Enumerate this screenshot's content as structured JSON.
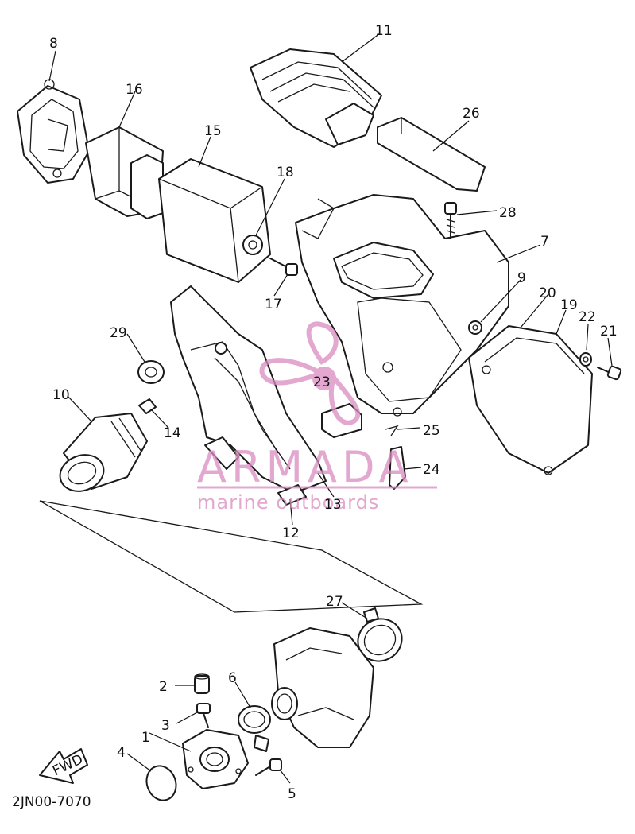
{
  "diagram": {
    "part_code": "2JN00-7070",
    "fwd_label": "FWD",
    "callouts": [
      "1",
      "2",
      "3",
      "4",
      "5",
      "6",
      "7",
      "8",
      "9",
      "10",
      "11",
      "12",
      "13",
      "14",
      "15",
      "16",
      "17",
      "18",
      "19",
      "20",
      "21",
      "22",
      "23",
      "24",
      "25",
      "26",
      "27",
      "28",
      "29"
    ]
  },
  "watermark": {
    "brand": "ARMADA",
    "tagline": "marine outboards",
    "color": "#d98cbf"
  }
}
